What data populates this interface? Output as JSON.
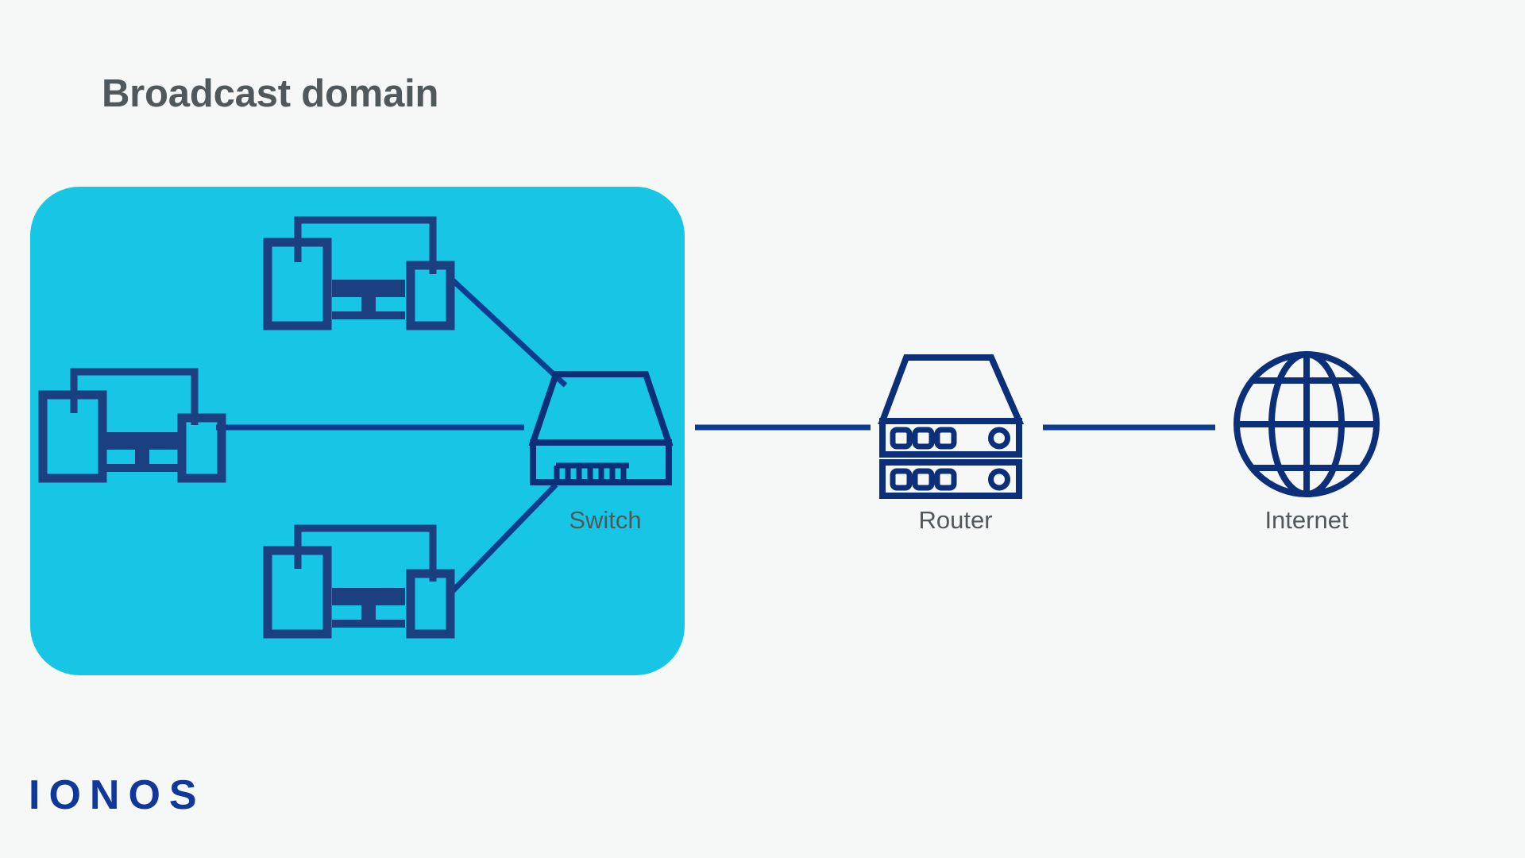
{
  "page": {
    "title": "Broadcast domain",
    "background_color": "#f6f7f7"
  },
  "colors": {
    "background": "#f6f7f7",
    "domain_panel": "#17c6e4",
    "line_navy": "#0b3c8e",
    "device_navy": "#1c3f82",
    "icon_navy": "#0b3079",
    "label_gray": "#4f585b",
    "title_gray": "#4f585b",
    "brand_blue": "#10389a"
  },
  "domain_panel": {
    "name": "Broadcast domain",
    "label": ""
  },
  "nodes": [
    {
      "id": "switch",
      "label": "Switch",
      "icon": "switch-icon"
    },
    {
      "id": "router",
      "label": "Router",
      "icon": "router-icon"
    },
    {
      "id": "internet",
      "label": "Internet",
      "icon": "globe-icon"
    }
  ],
  "labels": {
    "switch": "Switch",
    "router": "Router",
    "internet": "Internet"
  },
  "device_groups": [
    {
      "id": "devices-top",
      "devices": [
        "tablet",
        "desktop-monitor",
        "smartphone"
      ]
    },
    {
      "id": "devices-left",
      "devices": [
        "tablet",
        "desktop-monitor",
        "smartphone"
      ]
    },
    {
      "id": "devices-bottom",
      "devices": [
        "tablet",
        "desktop-monitor",
        "smartphone"
      ]
    }
  ],
  "connections": [
    {
      "from": "devices-top",
      "to": "switch",
      "style": "diagonal"
    },
    {
      "from": "devices-left",
      "to": "switch",
      "style": "horizontal"
    },
    {
      "from": "devices-bottom",
      "to": "switch",
      "style": "diagonal"
    },
    {
      "from": "switch",
      "to": "router",
      "style": "horizontal"
    },
    {
      "from": "router",
      "to": "internet",
      "style": "horizontal"
    }
  ],
  "brand": {
    "name": "IONOS"
  }
}
